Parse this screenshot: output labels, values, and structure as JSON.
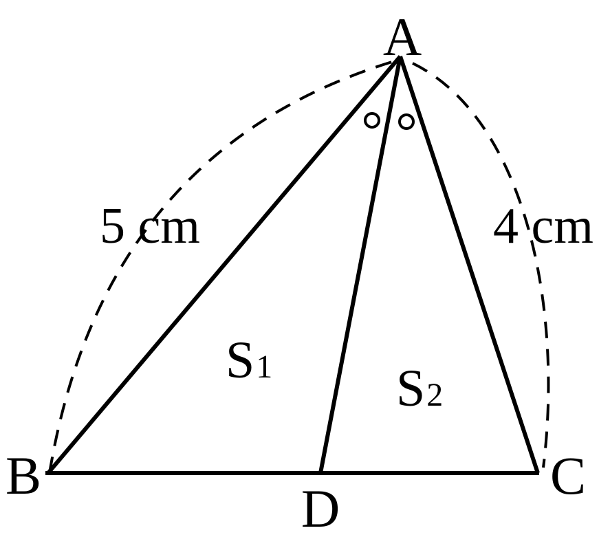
{
  "diagram": {
    "points": {
      "A": "A",
      "B": "B",
      "C": "C",
      "D": "D"
    },
    "lengths": {
      "AB": "5 cm",
      "AC": "4 cm"
    },
    "regions": {
      "S1": {
        "letter": "S",
        "index": "1"
      },
      "S2": {
        "letter": "S",
        "index": "2"
      }
    },
    "colors": {
      "stroke": "#000000",
      "background": "#ffffff"
    }
  }
}
